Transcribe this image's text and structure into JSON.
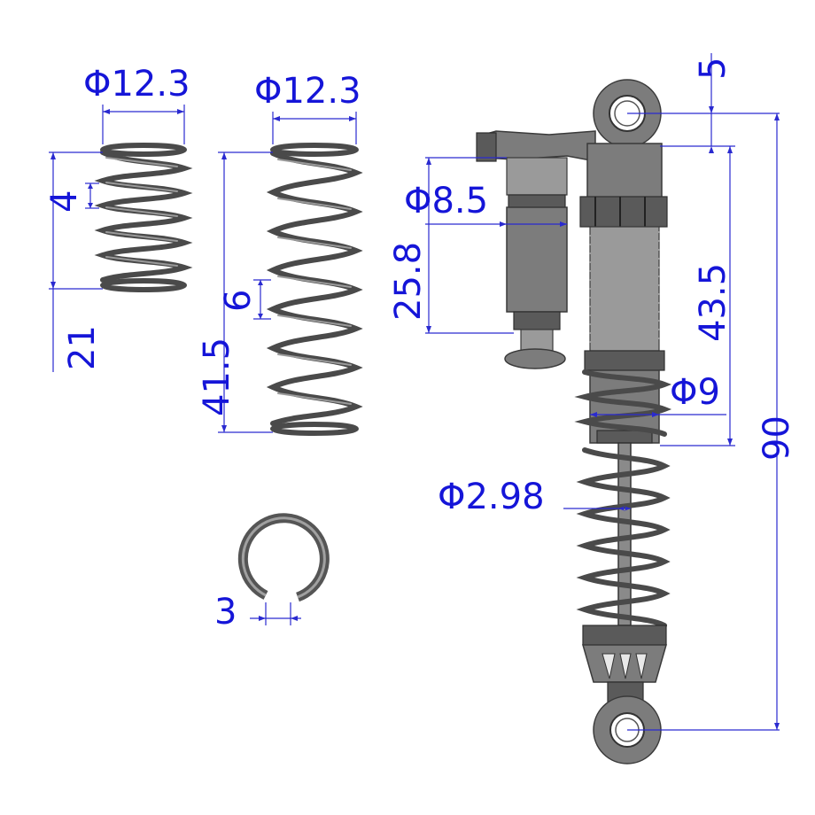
{
  "dimensions": {
    "spring1_diameter": "Φ12.3",
    "spring1_pitch": "4",
    "spring1_length": "21",
    "spring2_diameter": "Φ12.3",
    "spring2_pitch": "6",
    "spring2_length": "41.5",
    "clip_width": "3",
    "top_offset": "5",
    "reservoir_diameter": "Φ8.5",
    "reservoir_length": "25.8",
    "body_length": "43.5",
    "body_diameter": "Φ9",
    "total_length": "90",
    "shaft_diameter": "Φ2.98"
  },
  "colors": {
    "dimension": "#1515d8",
    "part": "#7c7c7c"
  }
}
